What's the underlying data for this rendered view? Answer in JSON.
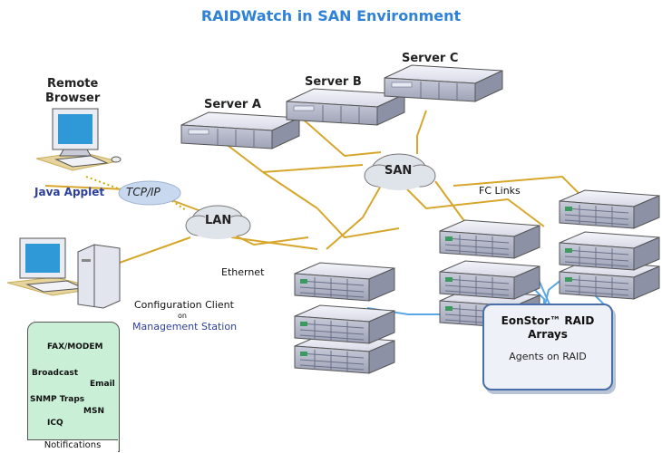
{
  "title": "RAIDWatch in SAN Environment",
  "servers": {
    "a": "Server A",
    "b": "Server B",
    "c": "Server C"
  },
  "remote_browser": {
    "line1": "Remote",
    "line2": "Browser"
  },
  "java_applet": "Java Applet",
  "tcpip": "TCP/IP",
  "lan": "LAN",
  "san": "SAN",
  "fc_links": "FC Links",
  "ethernet": "Ethernet",
  "config_client": {
    "line1": "Configuration Client",
    "line2": "on",
    "line3": "Management Station"
  },
  "notifications": {
    "fax_modem": "FAX/MODEM",
    "broadcast": "Broadcast",
    "email": "Email",
    "snmp_traps": "SNMP Traps",
    "msn": "MSN",
    "icq": "ICQ",
    "label": "Notifications"
  },
  "eonstor": {
    "title_line1": "EonStor™ RAID",
    "title_line2": "Arrays",
    "agents": "Agents on RAID"
  },
  "colors": {
    "title": "#2f82d8",
    "link_gold": "#d6a72c",
    "fc_blue": "#5aa7e6",
    "notif_green": "#c9efd6",
    "cloud": "#dfe3ea"
  }
}
